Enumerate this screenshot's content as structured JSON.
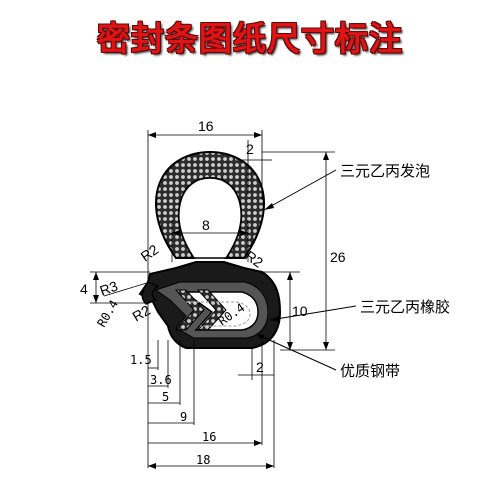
{
  "title": "密封条图纸尺寸标注",
  "dimensions": {
    "top_width": "16",
    "tip_width": "2",
    "bulb_neck": "8",
    "height": "26",
    "clip_height": "10",
    "lip_height": "4",
    "r2_left": "R2",
    "r2_right": "R2",
    "r3": "R3",
    "r2_lip": "R2",
    "r04_left": "R0.4",
    "r04_right": "R0.4",
    "bottom_gap": "2",
    "d1_5": "1.5",
    "d3_6": "3.6",
    "d5": "5",
    "d9": "9",
    "d16": "16",
    "d18": "18"
  },
  "callouts": {
    "foam": "三元乙丙发泡",
    "rubber": "三元乙丙橡胶",
    "steel": "优质钢带"
  }
}
